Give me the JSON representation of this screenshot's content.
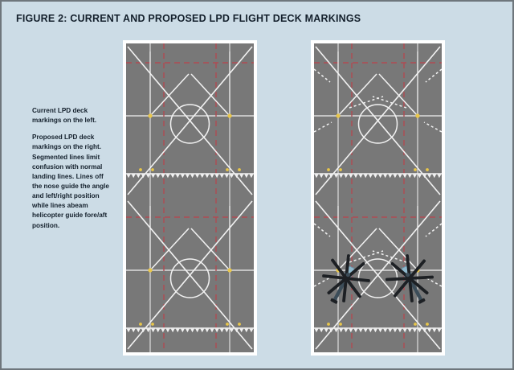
{
  "figure": {
    "title": "FIGURE 2: CURRENT AND PROPOSED LPD FLIGHT DECK MARKINGS",
    "background_color": "#ccdce6",
    "border_color": "#6e767c",
    "title_color": "#14202c"
  },
  "caption": {
    "paragraph_1": "Current LPD deck markings on the left.",
    "paragraph_2": "Proposed LPD deck markings on the right. Segmented lines limit confusion with normal landing lines. Lines off the nose guide the angle and left/right position while lines abeam helicopter guide fore/aft position."
  },
  "panels": [
    {
      "id": "current",
      "label": "Current LPD deck markings",
      "has_segmented_guide_lines": false,
      "has_helicopters": false
    },
    {
      "id": "proposed",
      "label": "Proposed LPD deck markings",
      "has_segmented_guide_lines": true,
      "has_helicopters": true
    }
  ],
  "deck": {
    "surface_color": "#787878",
    "marking_white": "#f2f2f2",
    "marking_red": "#b04a52",
    "marking_yellow": "#e8c64a",
    "panel_frame_color": "#ffffff",
    "spots": 2,
    "circle_label": "landing-circle",
    "triangle_count_per_row": 26,
    "yellow_marker_count_per_row": 4
  },
  "helicopter": {
    "count": 2,
    "body_color": "#6d8fa3",
    "body_dark": "#3c4d59",
    "rotor_color": "#1d2024",
    "canopy_color": "#8fb8cc"
  }
}
